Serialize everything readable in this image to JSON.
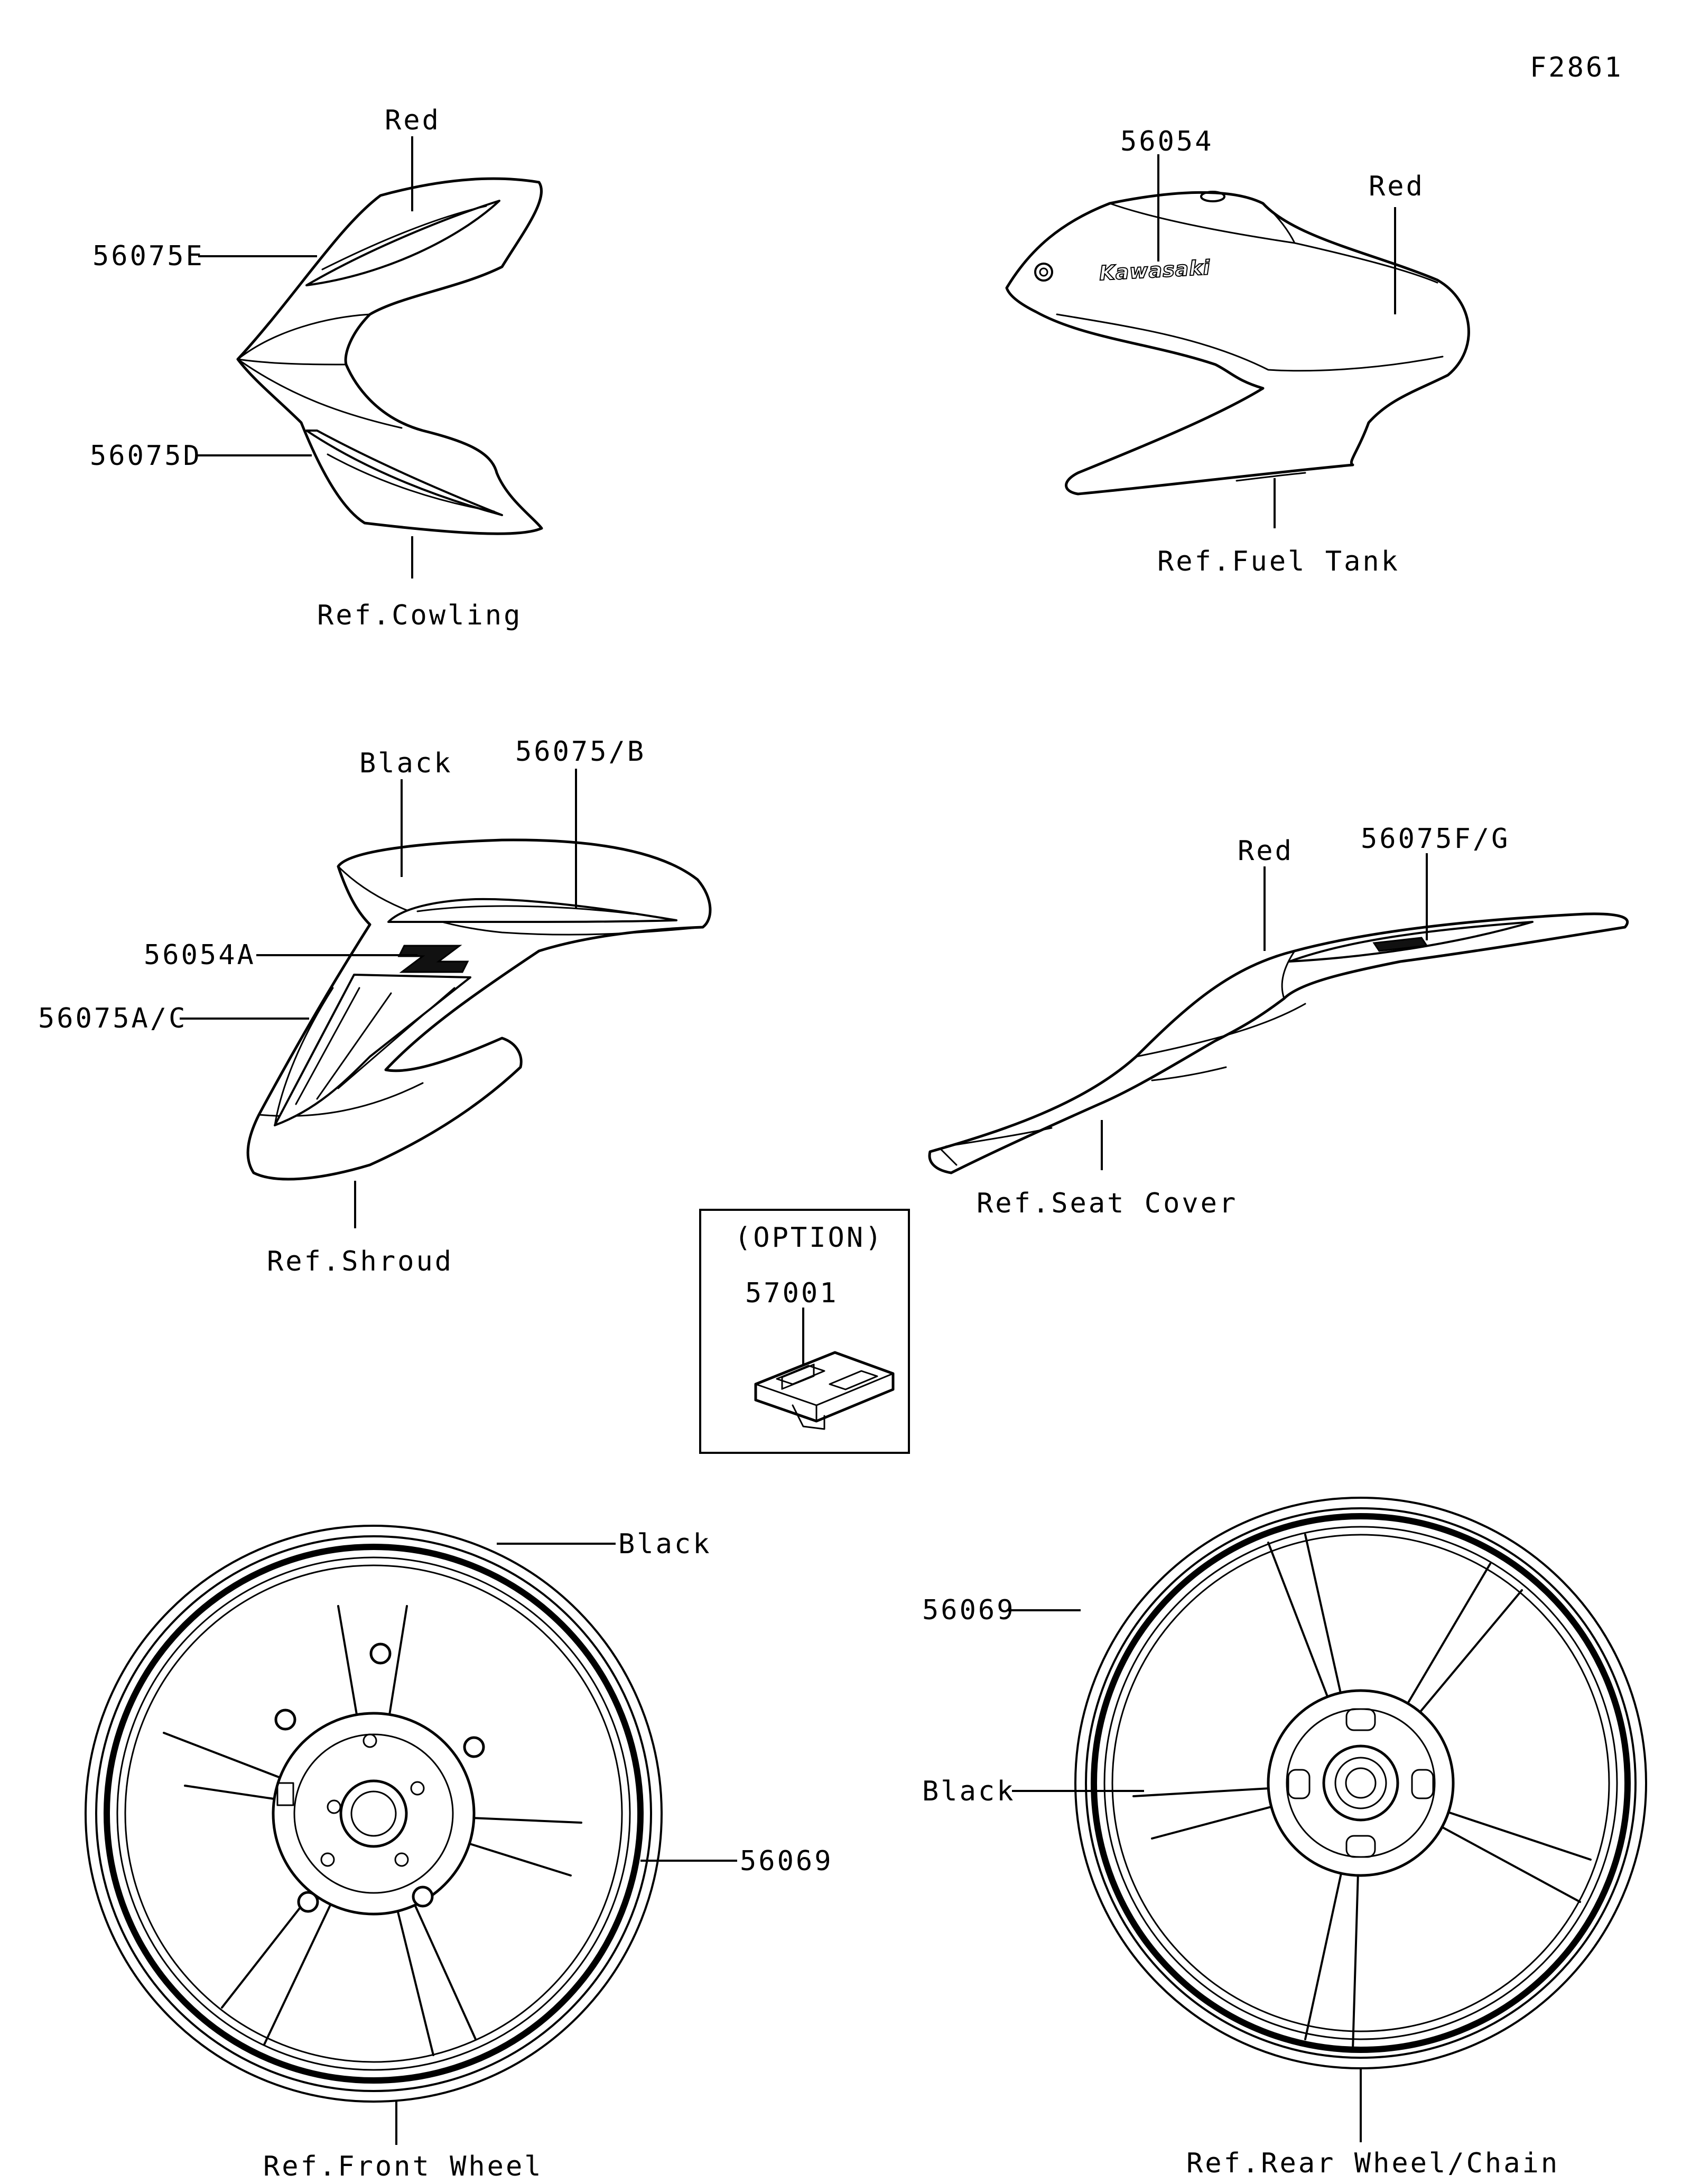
{
  "figure_id": "F2861",
  "labels": {
    "cowl_color": "Red",
    "cowl_upper": "56075E",
    "cowl_lower": "56075D",
    "cowl_ref": "Ref.Cowling",
    "tank_part": "56054",
    "tank_color": "Red",
    "tank_ref": "Ref.Fuel Tank",
    "shroud_color": "Black",
    "shroud_upper": "56075/B",
    "shroud_emblem": "56054A",
    "shroud_side": "56075A/C",
    "shroud_ref": "Ref.Shroud",
    "seat_color": "Red",
    "seat_part": "56075F/G",
    "seat_ref": "Ref.Seat Cover",
    "option_title": "(OPTION)",
    "option_part": "57001",
    "front_color": "Black",
    "front_part": "56069",
    "front_ref": "Ref.Front Wheel",
    "rear_part": "56069",
    "rear_color": "Black",
    "rear_ref": "Ref.Rear Wheel/Chain"
  },
  "tank_logo": "Kawasaki",
  "colors": {
    "line": "#000000",
    "background": "#ffffff"
  }
}
